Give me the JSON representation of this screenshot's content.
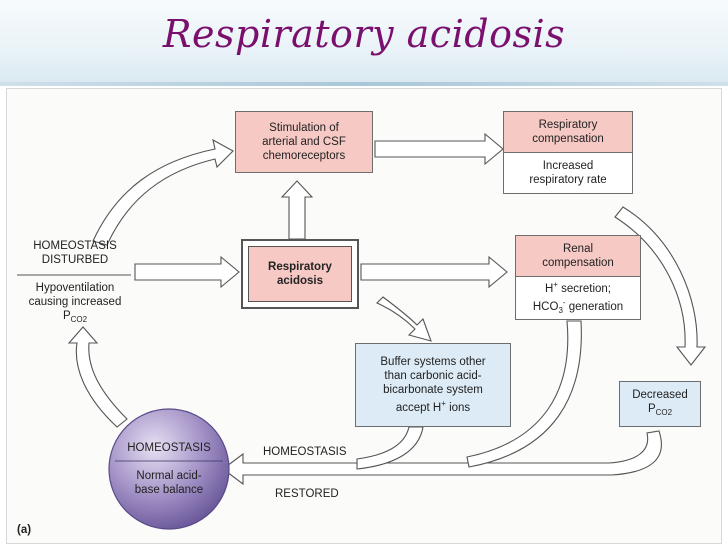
{
  "title": "Respiratory acidosis",
  "figure_label": "(a)",
  "nodes": {
    "stimulation": "Stimulation of arterial and CSF chemoreceptors",
    "respiratory_comp_title": "Respiratory compensation",
    "respiratory_comp_body": "Increased respiratory rate",
    "homeostasis_disturbed": "HOMEOSTASIS DISTURBED",
    "hypoventilation": "Hypoventilation causing increased P",
    "hypoventilation_sub": "CO2",
    "acidosis": "Respiratory acidosis",
    "renal_title": "Renal compensation",
    "renal_line1_a": "H",
    "renal_line1_sup": "+",
    "renal_line1_b": " secretion;",
    "renal_line2_a": "HCO",
    "renal_line2_sub": "3",
    "renal_line2_sup": "-",
    "renal_line2_b": " generation",
    "buffer": "Buffer systems other than carbonic acid-bicarbonate system accept H",
    "buffer_sup": "+",
    "buffer_tail": " ions",
    "decreased": "Decreased",
    "decreased_p": "P",
    "decreased_sub": "CO2",
    "homeostasis_circle_title": "HOMEOSTASIS",
    "homeostasis_circle_body": "Normal acid-base balance",
    "restored_top": "HOMEOSTASIS",
    "restored_bottom": "RESTORED"
  },
  "colors": {
    "title": "#7a0f6e",
    "pink_box": "#f6c9c4",
    "blue_box": "#dcebf6",
    "circle": "#8f7bb8"
  }
}
